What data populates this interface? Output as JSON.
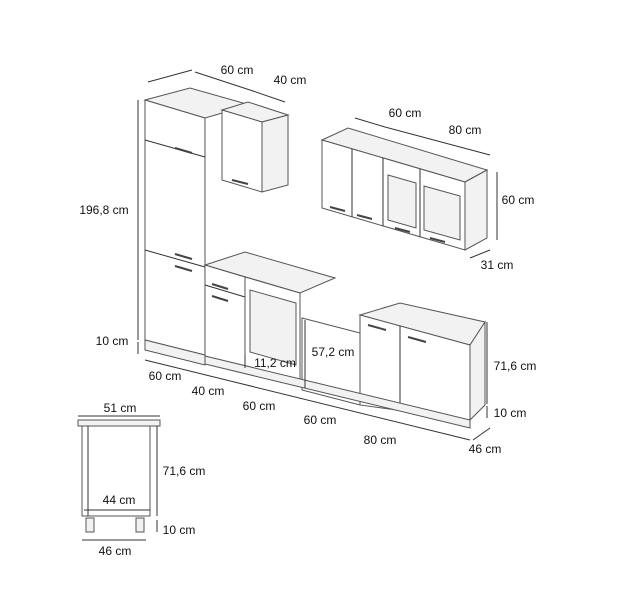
{
  "dimensions": {
    "tall_depth": "60 cm",
    "wall_small_width": "40 cm",
    "total_height": "196,8 cm",
    "plinth_left": "10 cm",
    "wall_unit_60": "60 cm",
    "wall_unit_80": "80 cm",
    "wall_height": "60 cm",
    "wall_depth": "31 cm",
    "oven_gap": "11,2 cm",
    "dishwasher_height": "57,2 cm",
    "base_height": "71,6 cm",
    "plinth_right": "10 cm",
    "base_depth": "46 cm",
    "base_w1": "60 cm",
    "base_w2": "40 cm",
    "base_w3": "60 cm",
    "base_w4": "60 cm",
    "base_w5": "80 cm"
  },
  "side_view": {
    "top_depth": "51 cm",
    "height": "71,6 cm",
    "inner_depth": "44 cm",
    "plinth": "10 cm",
    "bottom_depth": "46 cm"
  }
}
